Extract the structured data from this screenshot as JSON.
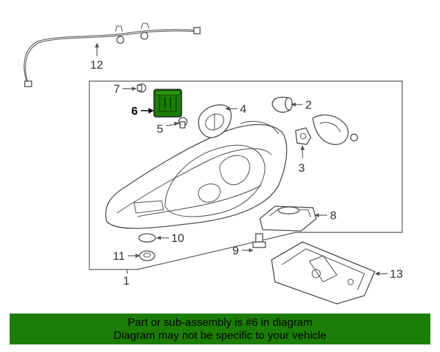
{
  "diagram": {
    "highlighted_part": "6",
    "callouts": {
      "c1": "1",
      "c2": "2",
      "c3": "3",
      "c4": "4",
      "c5": "5",
      "c6": "6",
      "c7": "7",
      "c8": "8",
      "c9": "9",
      "c10": "10",
      "c11": "11",
      "c12": "12",
      "c13": "13"
    },
    "highlight_color": "#1c7d06"
  },
  "banner": {
    "line1": "Part or sub-assembly is #6 in diagram",
    "line2": "Diagram may not be specific to your vehicle",
    "background": "#1c7d06"
  }
}
